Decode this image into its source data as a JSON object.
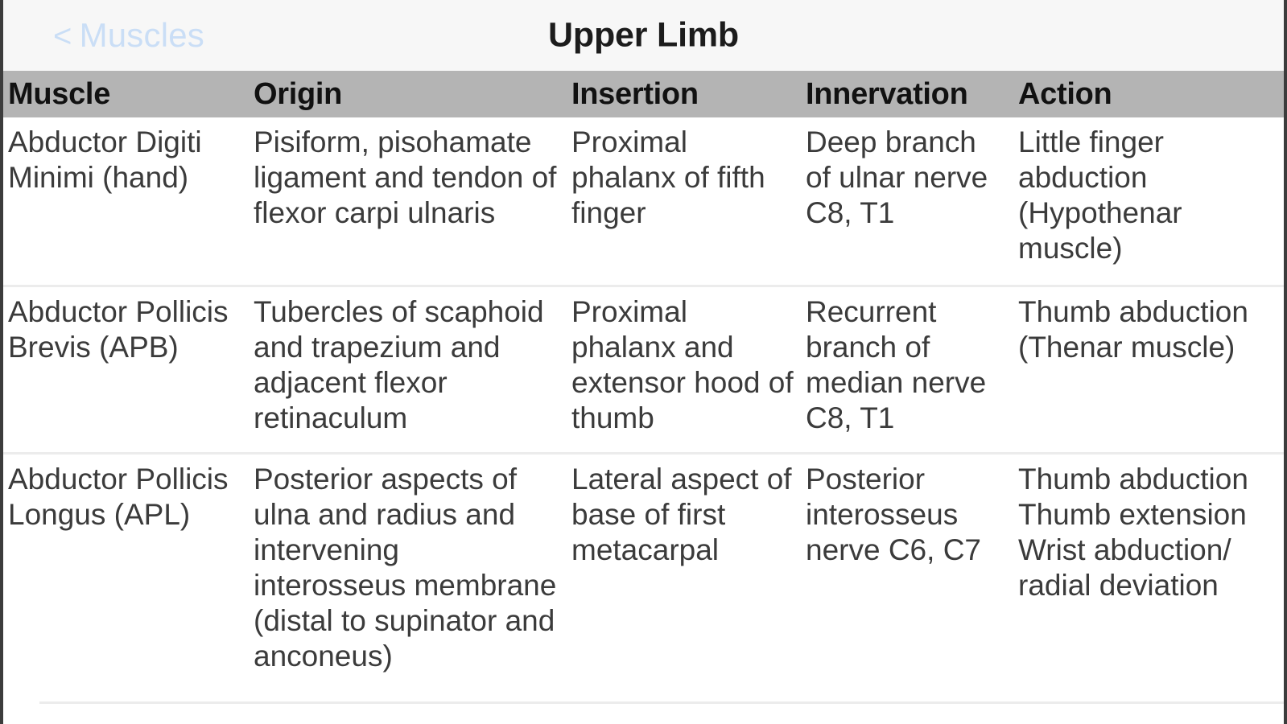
{
  "navbar": {
    "back_label": "Muscles",
    "back_chevron": "<",
    "back_icon_name": "chevron-left-icon",
    "title": "Upper Limb",
    "background_color": "#f7f7f7",
    "back_link_color": "#cadef6",
    "title_color": "#1c1c1c"
  },
  "table": {
    "header_background_color": "#b4b4b4",
    "row_divider_color": "#ececec",
    "columns": [
      {
        "key": "muscle",
        "label": "Muscle"
      },
      {
        "key": "origin",
        "label": "Origin"
      },
      {
        "key": "insertion",
        "label": "Insertion"
      },
      {
        "key": "innervation",
        "label": "Innervation"
      },
      {
        "key": "action",
        "label": "Action"
      }
    ],
    "rows": [
      {
        "muscle": "Abductor Digiti Minimi (hand)",
        "origin": "Pisiform, pisohamate ligament and tendon of flexor carpi ulnaris",
        "insertion": "Proximal phalanx of fifth finger",
        "innervation": "Deep branch of ulnar nerve C8, T1",
        "action": "Little finger abduction (Hypothenar muscle)"
      },
      {
        "muscle": "Abductor Pollicis Brevis (APB)",
        "origin": "Tubercles of scaphoid and trapezium and adjacent flexor retinaculum",
        "insertion": "Proximal phalanx and extensor hood of thumb",
        "innervation": "Recurrent branch of median nerve C8, T1",
        "action": "Thumb abduction (Thenar muscle)"
      },
      {
        "muscle": "Abductor Pollicis Longus (APL)",
        "origin": "Posterior aspects of ulna and radius and intervening interosseus membrane (distal to supinator and anconeus)",
        "insertion": "Lateral aspect of base of first metacarpal",
        "innervation": "Posterior interosseus nerve C6, C7",
        "action": "Thumb abduction Thumb extension Wrist abduction/ radial deviation"
      }
    ]
  }
}
